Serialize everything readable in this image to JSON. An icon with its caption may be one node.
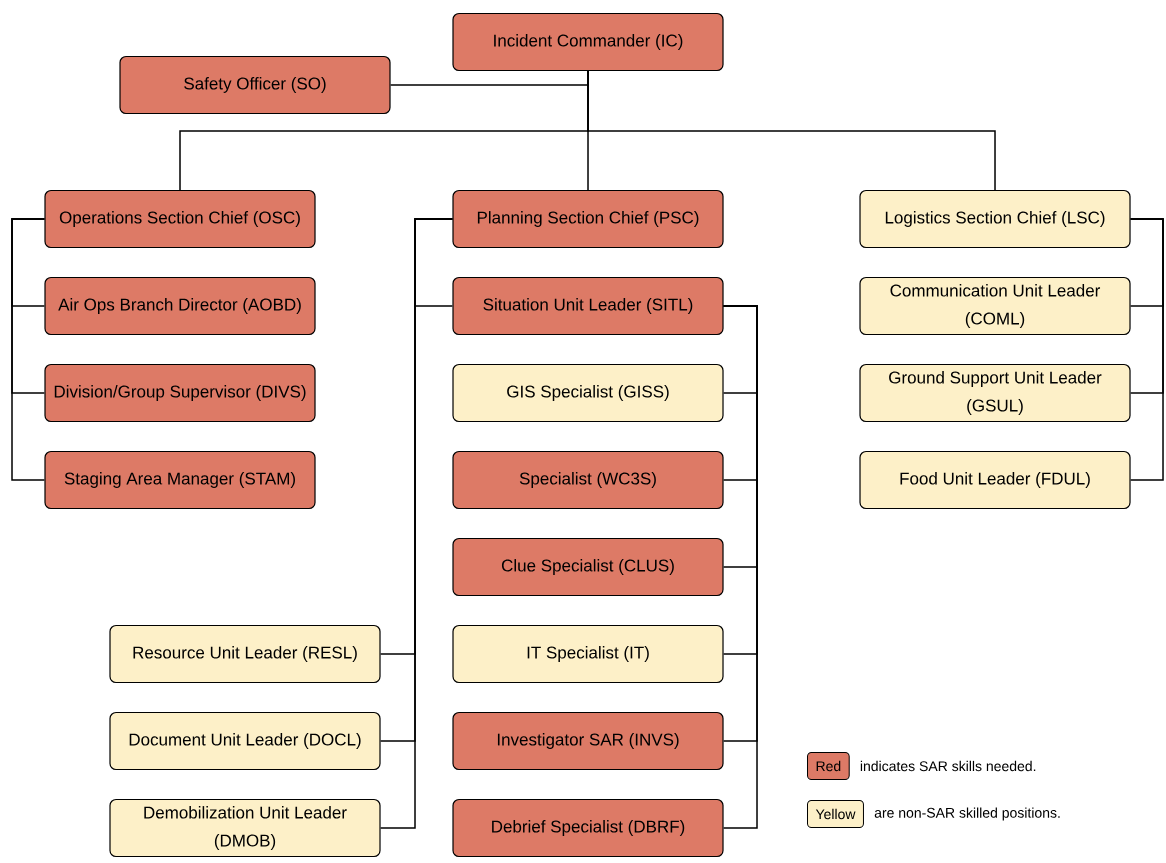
{
  "diagram": {
    "nodes": [
      {
        "text": [
          "Incident Commander (IC)"
        ]
      },
      {
        "text": [
          "Safety Officer (SO)"
        ]
      },
      {
        "text": [
          "Operations Section Chief (OSC)"
        ]
      },
      {
        "text": [
          "Planning Section Chief (PSC)"
        ]
      },
      {
        "text": [
          "Logistics Section Chief (LSC)"
        ]
      },
      {
        "text": [
          "Air Ops Branch Director (AOBD)"
        ]
      },
      {
        "text": [
          "Division/Group Supervisor (DIVS)"
        ]
      },
      {
        "text": [
          "Staging Area Manager (STAM)"
        ]
      },
      {
        "text": [
          "Situation Unit Leader (SITL)"
        ]
      },
      {
        "text": [
          "GIS Specialist (GISS)"
        ]
      },
      {
        "text": [
          "Specialist (WC3S)"
        ]
      },
      {
        "text": [
          "Clue Specialist (CLUS)"
        ]
      },
      {
        "text": [
          "IT Specialist (IT)"
        ]
      },
      {
        "text": [
          "Investigator SAR (INVS)"
        ]
      },
      {
        "text": [
          "Debrief Specialist (DBRF)"
        ]
      },
      {
        "text": [
          "Communication Unit Leader (COML)"
        ]
      },
      {
        "text": [
          "Ground Support Unit Leader (GSUL)"
        ]
      },
      {
        "text": [
          "Food Unit Leader (FDUL)"
        ]
      },
      {
        "text": [
          "Resource Unit Leader (RESL)"
        ]
      },
      {
        "text": [
          "Document Unit Leader (DOCL)"
        ]
      },
      {
        "text": [
          "Demobilization Unit Leader (DMOB)"
        ]
      }
    ],
    "edges": [
      {
        "from": 0,
        "to": 1,
        "arrow": "none"
      },
      {
        "from": 0,
        "to": 2,
        "arrow": "none"
      },
      {
        "from": 0,
        "to": 3,
        "arrow": "none"
      },
      {
        "from": 0,
        "to": 4,
        "arrow": "none"
      },
      {
        "from": 2,
        "to": 5,
        "arrow": "none"
      },
      {
        "from": 2,
        "to": 6,
        "arrow": "none"
      },
      {
        "from": 2,
        "to": 7,
        "arrow": "none"
      },
      {
        "from": 3,
        "to": 8,
        "arrow": "none"
      },
      {
        "from": 3,
        "to": 18,
        "arrow": "none"
      },
      {
        "from": 3,
        "to": 19,
        "arrow": "none"
      },
      {
        "from": 3,
        "to": 20,
        "arrow": "none"
      },
      {
        "from": 8,
        "to": 9,
        "arrow": "none"
      },
      {
        "from": 8,
        "to": 10,
        "arrow": "none"
      },
      {
        "from": 8,
        "to": 11,
        "arrow": "none"
      },
      {
        "from": 8,
        "to": 12,
        "arrow": "none"
      },
      {
        "from": 8,
        "to": 13,
        "arrow": "none"
      },
      {
        "from": 8,
        "to": 14,
        "arrow": "none"
      },
      {
        "from": 4,
        "to": 15,
        "arrow": "none"
      },
      {
        "from": 4,
        "to": 16,
        "arrow": "none"
      },
      {
        "from": 4,
        "to": 17,
        "arrow": "none"
      }
    ],
    "labels": [
      "Red",
      "Yellow"
    ],
    "legend": [
      {
        "text": "indicates SAR skills needed.",
        "color": "#dd7a66"
      },
      {
        "text": "are non-SAR skilled positions.",
        "color": "#fdf0c8"
      }
    ]
  }
}
